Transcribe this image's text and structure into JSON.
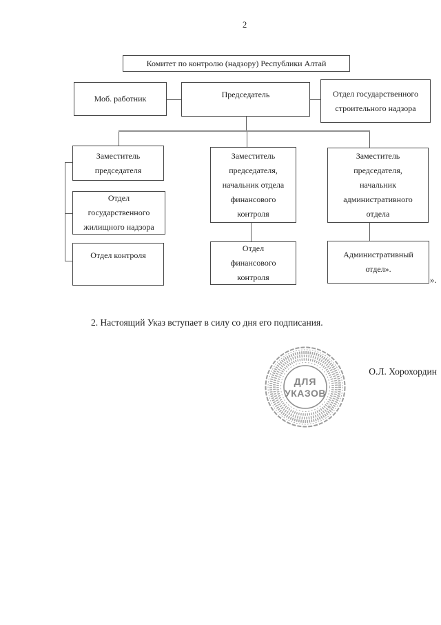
{
  "page": {
    "number": "2",
    "paragraph": "2. Настоящий Указ вступает в силу со дня его подписания.",
    "closing_quote": "».",
    "signature": "О.Л. Хорохордин"
  },
  "org_chart": {
    "title": "Комитет по контролю (надзору) Республики Алтай",
    "nodes": {
      "mob": "Моб. работник",
      "chair": "Председатель",
      "stroy": [
        "Отдел государственного",
        "строительного надзора"
      ],
      "zam1": [
        "Заместитель",
        "председателя"
      ],
      "zhil": [
        "Отдел",
        "государственного",
        "жилищного надзора"
      ],
      "kontrol": "Отдел контроля",
      "zamfin": [
        "Заместитель",
        "председателя,",
        "начальник отдела",
        "финансового",
        "контроля"
      ],
      "fin": [
        "Отдел",
        "финансового",
        "контроля"
      ],
      "zamadm": [
        "Заместитель",
        "председателя,",
        "начальник",
        "административного",
        "отдела"
      ],
      "adm": [
        "Административный",
        "отдел»."
      ]
    }
  },
  "seal": {
    "line1": "ДЛЯ",
    "line2": "УКАЗОВ"
  },
  "colors": {
    "background": "#ffffff",
    "text": "#1e1e1e",
    "box_border": "#474747",
    "connector": "#5f5f5f",
    "distribution_line": "#8f8f8f",
    "seal_gray": "#9c9c9c"
  }
}
